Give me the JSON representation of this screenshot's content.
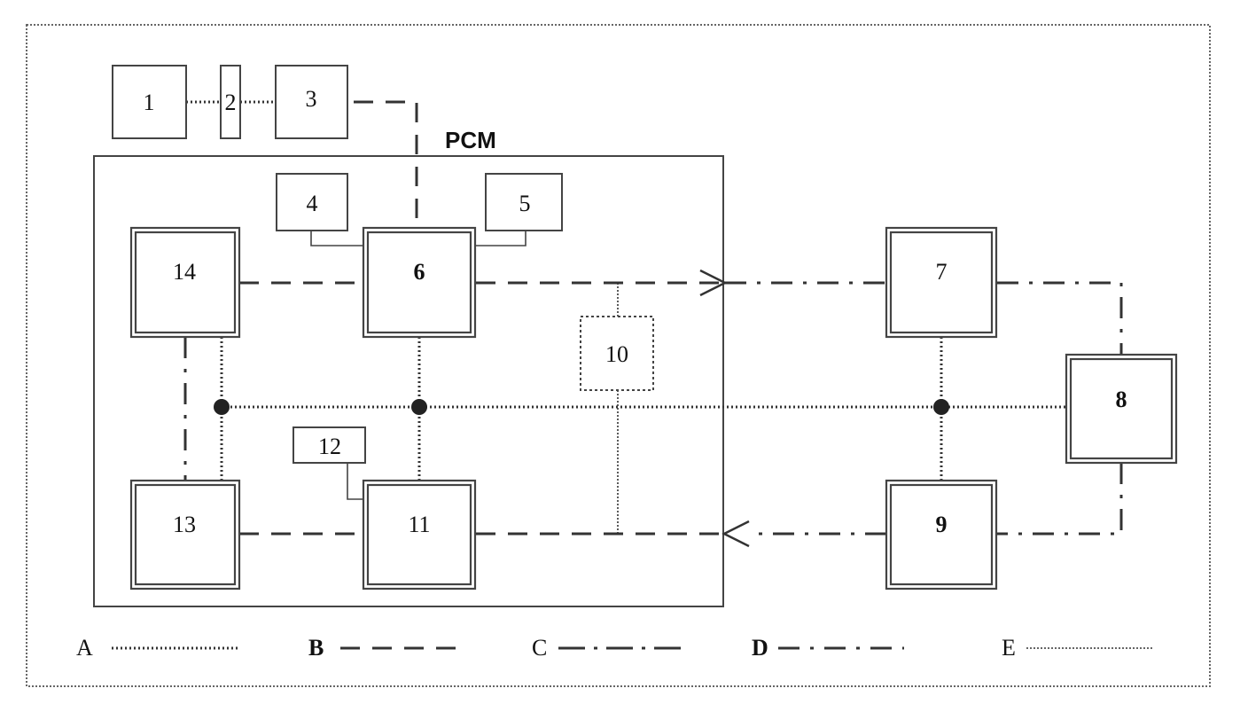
{
  "title": "PCM",
  "blocks": {
    "b1": "1",
    "b2": "2",
    "b3": "3",
    "b4": "4",
    "b5": "5",
    "b6": "6",
    "b7": "7",
    "b8": "8",
    "b9": "9",
    "b10": "10",
    "b11": "11",
    "b12": "12",
    "b13": "13",
    "b14": "14"
  },
  "legend": [
    {
      "key": "A",
      "style": "A"
    },
    {
      "key": "B",
      "style": "B"
    },
    {
      "key": "C",
      "style": "C"
    },
    {
      "key": "D",
      "style": "D"
    },
    {
      "key": "E",
      "style": "E"
    }
  ],
  "colors": {
    "line": "#333333",
    "border": "#444444"
  }
}
